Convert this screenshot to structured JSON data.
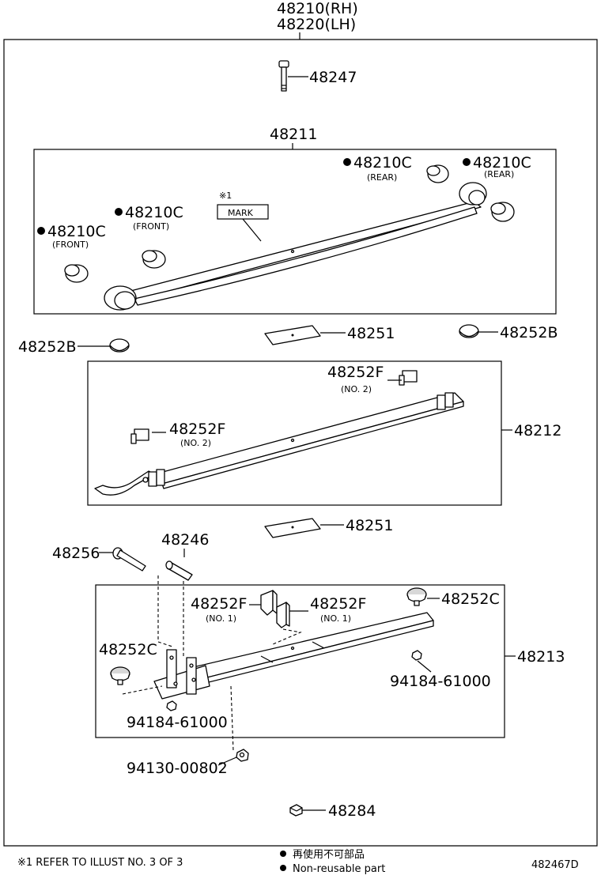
{
  "assembly": {
    "rh": "48210(RH)",
    "lh": "48220(LH)"
  },
  "parts": {
    "bolt_top": "48247",
    "leaf_no1": "48211",
    "bushing_front_left": "48210C",
    "bushing_front_left_note": "(FRONT)",
    "bushing_front_center": "48210C",
    "bushing_front_center_note": "(FRONT)",
    "bushing_rear_center": "48210C",
    "bushing_rear_center_note": "(REAR)",
    "bushing_rear_right": "48210C",
    "bushing_rear_right_note": "(REAR)",
    "mark_ref": "※1",
    "mark_label": "MARK",
    "liner_upper": "48251",
    "cap_left": "48252B",
    "cap_right": "48252B",
    "leaf_no2": "48212",
    "clip_no2_top": "48252F",
    "clip_no2_top_note": "(NO. 2)",
    "clip_no2_left": "48252F",
    "clip_no2_left_note": "(NO. 2)",
    "liner_lower": "48251",
    "bolt_center": "48256",
    "pin": "48246",
    "clip_no1_left": "48252F",
    "clip_no1_left_note": "(NO. 1)",
    "clip_no1_right": "48252F",
    "clip_no1_right_note": "(NO. 1)",
    "stopper_right": "48252C",
    "stopper_left": "48252C",
    "leaf_no3": "48213",
    "nut_right": "94184-61000",
    "nut_left": "94184-61000",
    "nut_center": "94130-00802",
    "nut_bottom": "48284"
  },
  "footer": {
    "refer_note": "※1 REFER TO ILLUST NO. 3 OF 3",
    "legend_jp": "再使用不可部品",
    "legend_en": "Non-reusable part",
    "illust_id": "482467D"
  }
}
